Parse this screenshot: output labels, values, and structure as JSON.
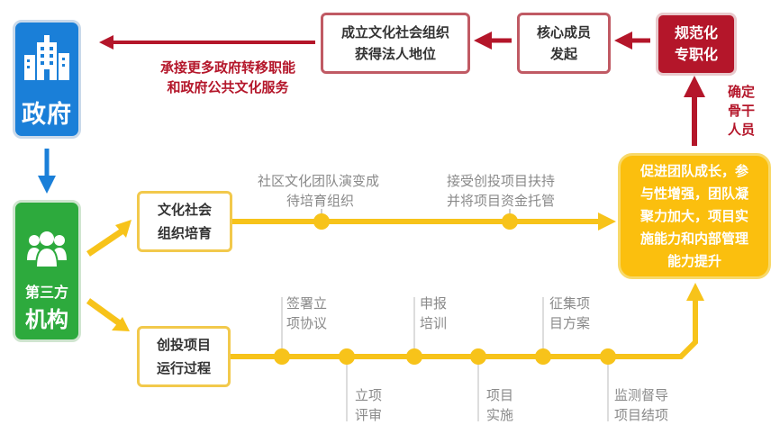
{
  "colors": {
    "blue": "#1a7fd8",
    "green": "#2daa3d",
    "red": "#b4162a",
    "yellow": "#f7c31a"
  },
  "government": {
    "label": "政府",
    "icon": "building-icon"
  },
  "third_party": {
    "line1": "第三方",
    "line2": "机构",
    "icon": "people-icon"
  },
  "top_flow": {
    "standardize_line1": "规范化",
    "standardize_line2": "专职化",
    "core_line1": "核心成员",
    "core_line2": "发起",
    "establish_line1": "成立文化社会组织",
    "establish_line2": "获得法人地位",
    "gov_arrow_line1": "承接更多政府转移职能",
    "gov_arrow_line2": "和政府公共文化服务"
  },
  "confirm": {
    "line1": "确定",
    "line2": "骨干",
    "line3": "人员"
  },
  "cultivation": {
    "box_line1": "文化社会",
    "box_line2": "组织培育",
    "step1_line1": "社区文化团队演变成",
    "step1_line2": "待培育组织",
    "step2_line1": "接受创投项目扶持",
    "step2_line2": "并将项目资金托管"
  },
  "venture": {
    "box_line1": "创投项目",
    "box_line2": "运行过程",
    "upper": [
      {
        "line1": "签署立",
        "line2": "项协议"
      },
      {
        "line1": "申报",
        "line2": "培训"
      },
      {
        "line1": "征集项",
        "line2": "目方案"
      }
    ],
    "lower": [
      {
        "line1": "立项",
        "line2": "评审"
      },
      {
        "line1": "项目",
        "line2": "实施"
      },
      {
        "line1": "监测督导",
        "line2": "项目结项"
      }
    ]
  },
  "result": {
    "line1": "促进团队成长，参",
    "line2": "与性增强，团队凝",
    "line3": "聚力加大，项目实",
    "line4": "施能力和内部管理",
    "line5": "能力提升"
  }
}
